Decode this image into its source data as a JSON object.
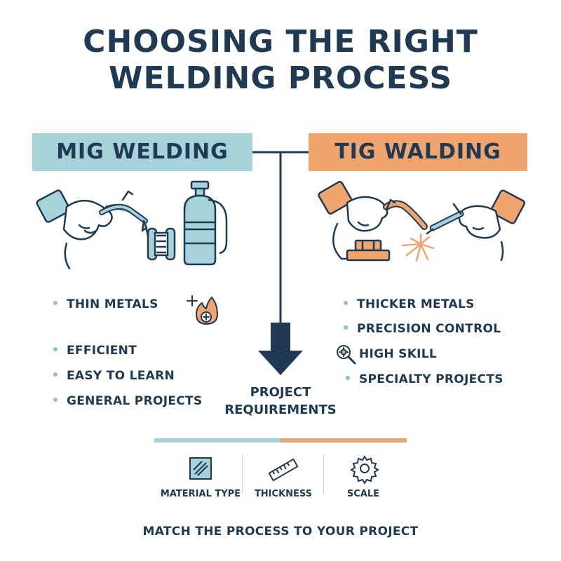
{
  "title": {
    "line1": "CHOOSING THE RIGHT",
    "line2": "WELDING PROCESS"
  },
  "mig": {
    "heading": "MIG WELDING",
    "points": [
      "THIN METALS",
      "EFFICIENT",
      "EASY TO LEARN",
      "GENERAL PROJECTS"
    ]
  },
  "tig": {
    "heading": "TIG WALDING",
    "points": [
      "THICKER METALS",
      "PRECISION CONTROL",
      "HIGH SKILL",
      "SPECIALTY PROJECTS"
    ]
  },
  "center": {
    "line1": "PROJECT",
    "line2": "REQUIREMENTS"
  },
  "factors": [
    "MATERIAL TYPE",
    "THICKNESS",
    "SCALE"
  ],
  "footer": "MATCH THE PROCESS TO YOUR PROJECT",
  "colors": {
    "navy": "#1f3a52",
    "mig_blue": "#a6d3da",
    "tig_orange": "#f0a56f"
  },
  "icons": [
    "mig-torch-hand-icon",
    "wire-spool-icon",
    "gas-cylinder-icon",
    "flame-plus-icon",
    "tig-torch-hand-icon",
    "filler-rod-hand-icon",
    "magnifier-gear-icon",
    "material-icon",
    "ruler-icon",
    "gear-icon"
  ]
}
